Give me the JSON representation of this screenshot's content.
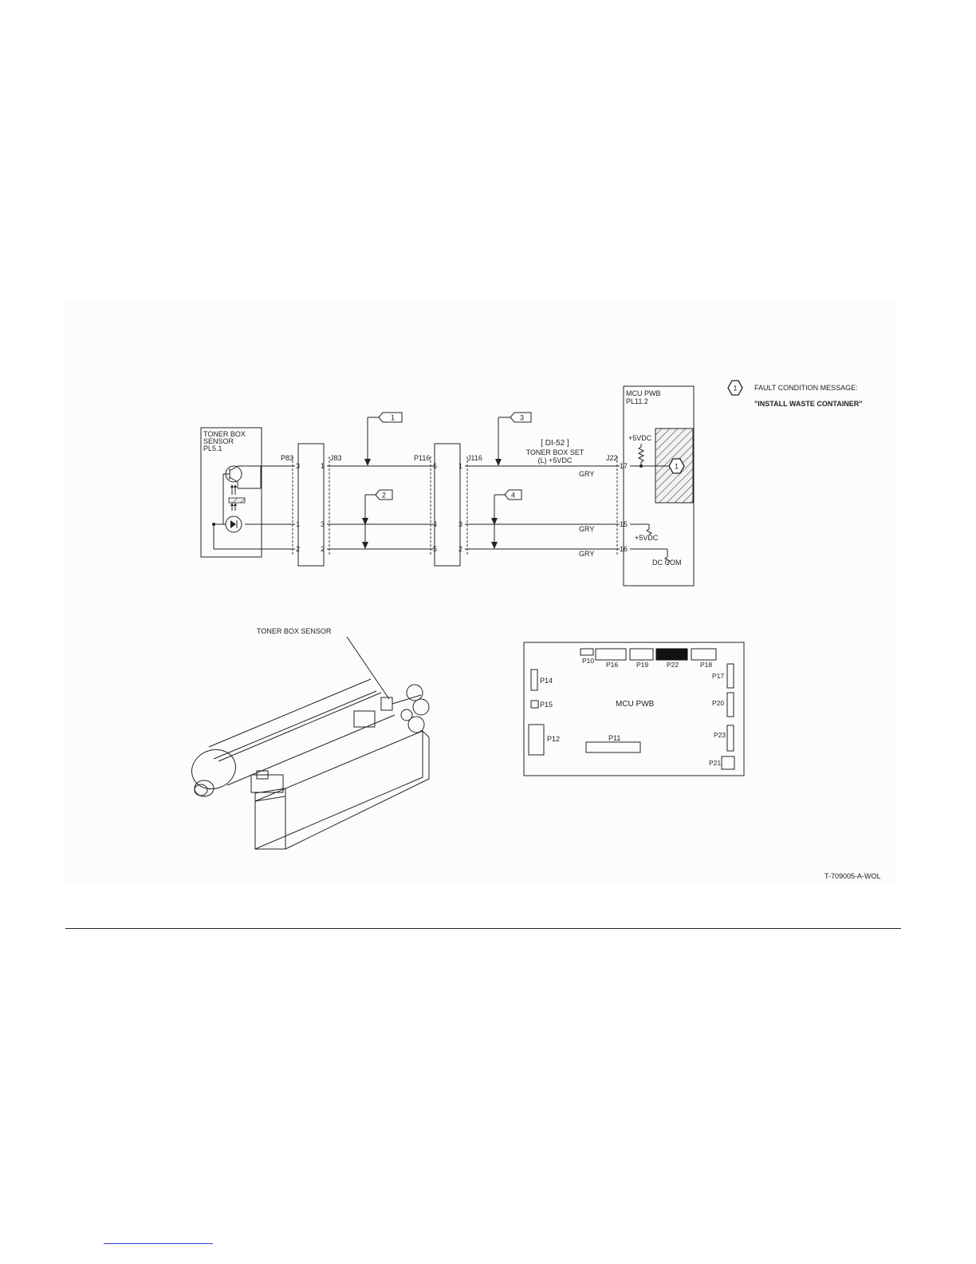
{
  "figure": {
    "fault_legend": {
      "marker": "1",
      "label": "FAULT CONDITION MESSAGE:",
      "message": "\"INSTALL WASTE CONTAINER\""
    },
    "mcu_pwb": {
      "title": "MCU PWB",
      "part": "PL11.2",
      "supply": "+5VDC",
      "marker": "1"
    },
    "sensor": {
      "line1": "TONER BOX",
      "line2": "SENSOR",
      "part": "PL5.1"
    },
    "connectors": {
      "p83": "P83",
      "j83": "J83",
      "p116": "P116",
      "j116": "J116",
      "j22": "J22",
      "p83_pins": [
        "3",
        "1",
        "2"
      ],
      "j83_pins": [
        "1",
        "3",
        "2"
      ],
      "p116_pins": [
        "6",
        "4",
        "5"
      ],
      "j116_pins": [
        "1",
        "3",
        "2"
      ],
      "j22_pins": [
        "17",
        "15",
        "16"
      ]
    },
    "test_points": [
      "1",
      "2",
      "3",
      "4"
    ],
    "signal": {
      "id": "[ DI-52 ]",
      "name": "TONER BOX SET",
      "level": "(L) +5VDC"
    },
    "wires": [
      "GRY",
      "GRY",
      "GRY"
    ],
    "supply_15": "+5VDC",
    "dc_com": "DC COM",
    "sensor_callout": "TONER BOX SENSOR",
    "board": {
      "title": "MCU PWB",
      "connectors": [
        "P10",
        "P16",
        "P19",
        "P22",
        "P18",
        "P14",
        "P15",
        "P12",
        "P11",
        "P17",
        "P20",
        "P23",
        "P21"
      ]
    },
    "figure_id": "T-709005-A-WOL"
  }
}
